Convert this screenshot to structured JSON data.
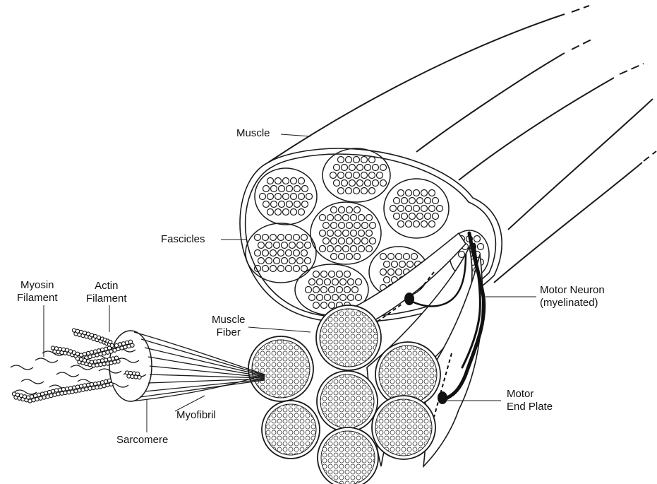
{
  "labels": {
    "muscle": "Muscle",
    "fascicles": "Fascicles",
    "motor_neuron": "Motor Neuron\n(myelinated)",
    "muscle_fiber": "Muscle\nFiber",
    "myosin_filament": "Myosin\nFilament",
    "actin_filament": "Actin\nFilament",
    "motor_end_plate": "Motor\nEnd Plate",
    "myofibril": "Myofibril",
    "sarcomere": "Sarcomere"
  },
  "colors": {
    "line": "#1a1a1a",
    "background": "#ffffff"
  }
}
